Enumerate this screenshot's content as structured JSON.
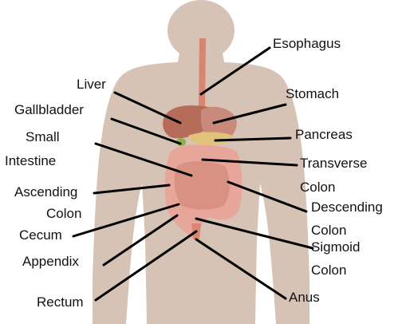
{
  "labels": {
    "esophagus": "Esophagus",
    "liver": "Liver",
    "stomach": "Stomach",
    "gallbladder": "Gallbladder",
    "pancreas": "Pancreas",
    "small_1": "Small",
    "small_2": "Intestine",
    "transverse_1": "Transverse",
    "transverse_2": "Colon",
    "ascending_1": "Ascending",
    "ascending_2": "Colon",
    "descending_1": "Descending",
    "descending_2": "Colon",
    "cecum": "Cecum",
    "sigmoid_1": "Sigmoid",
    "sigmoid_2": "Colon",
    "appendix": "Appendix",
    "anus": "Anus",
    "rectum": "Rectum"
  },
  "colors": {
    "silhouette": "#d7c3b6",
    "organ_pink": "#e8a69a",
    "liver": "#b56d5a",
    "stomach": "#c98a7c",
    "esophagus": "#d9856f",
    "gallbladder": "#8db04a",
    "pancreas": "#e2c27a",
    "leader_line": "#000000"
  }
}
